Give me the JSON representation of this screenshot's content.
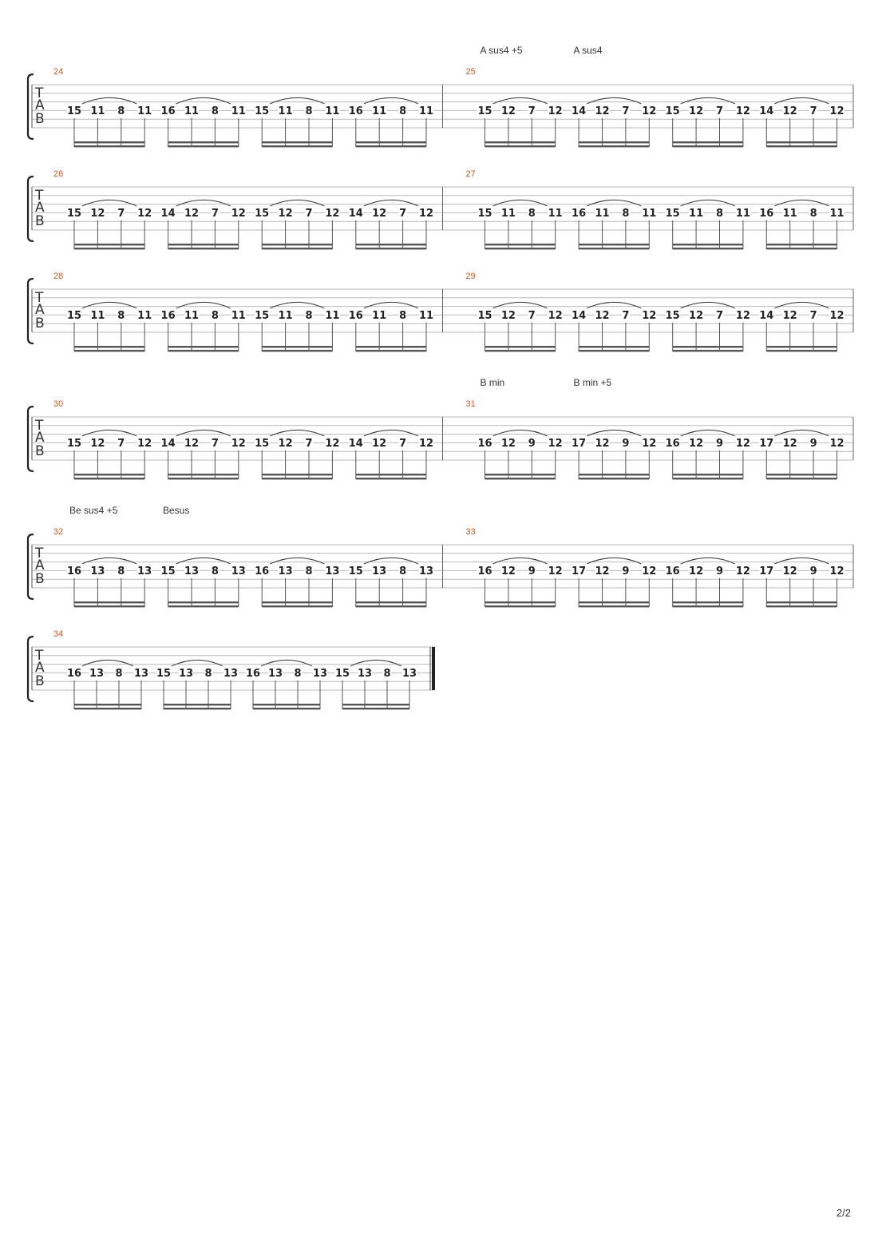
{
  "page_number": "2/2",
  "tab_clef": [
    "T",
    "A",
    "B"
  ],
  "systems": [
    {
      "measures": [
        {
          "number": "24",
          "notes": [
            "15",
            "11",
            "8",
            "11",
            "16",
            "11",
            "8",
            "11",
            "15",
            "11",
            "8",
            "11",
            "16",
            "11",
            "8",
            "11"
          ],
          "chords": []
        },
        {
          "number": "25",
          "notes": [
            "15",
            "12",
            "7",
            "12",
            "14",
            "12",
            "7",
            "12",
            "15",
            "12",
            "7",
            "12",
            "14",
            "12",
            "7",
            "12"
          ],
          "chords": [
            "A sus4 +5",
            "A sus4"
          ]
        }
      ],
      "final": false
    },
    {
      "measures": [
        {
          "number": "26",
          "notes": [
            "15",
            "12",
            "7",
            "12",
            "14",
            "12",
            "7",
            "12",
            "15",
            "12",
            "7",
            "12",
            "14",
            "12",
            "7",
            "12"
          ],
          "chords": []
        },
        {
          "number": "27",
          "notes": [
            "15",
            "11",
            "8",
            "11",
            "16",
            "11",
            "8",
            "11",
            "15",
            "11",
            "8",
            "11",
            "16",
            "11",
            "8",
            "11"
          ],
          "chords": []
        }
      ],
      "final": false
    },
    {
      "measures": [
        {
          "number": "28",
          "notes": [
            "15",
            "11",
            "8",
            "11",
            "16",
            "11",
            "8",
            "11",
            "15",
            "11",
            "8",
            "11",
            "16",
            "11",
            "8",
            "11"
          ],
          "chords": []
        },
        {
          "number": "29",
          "notes": [
            "15",
            "12",
            "7",
            "12",
            "14",
            "12",
            "7",
            "12",
            "15",
            "12",
            "7",
            "12",
            "14",
            "12",
            "7",
            "12"
          ],
          "chords": []
        }
      ],
      "final": false
    },
    {
      "measures": [
        {
          "number": "30",
          "notes": [
            "15",
            "12",
            "7",
            "12",
            "14",
            "12",
            "7",
            "12",
            "15",
            "12",
            "7",
            "12",
            "14",
            "12",
            "7",
            "12"
          ],
          "chords": []
        },
        {
          "number": "31",
          "notes": [
            "16",
            "12",
            "9",
            "12",
            "17",
            "12",
            "9",
            "12",
            "16",
            "12",
            "9",
            "12",
            "17",
            "12",
            "9",
            "12"
          ],
          "chords": [
            "B min",
            "B min +5"
          ]
        }
      ],
      "final": false
    },
    {
      "measures": [
        {
          "number": "32",
          "notes": [
            "16",
            "13",
            "8",
            "13",
            "15",
            "13",
            "8",
            "13",
            "16",
            "13",
            "8",
            "13",
            "15",
            "13",
            "8",
            "13"
          ],
          "chords": [
            "Be sus4 +5",
            "Besus"
          ]
        },
        {
          "number": "33",
          "notes": [
            "16",
            "12",
            "9",
            "12",
            "17",
            "12",
            "9",
            "12",
            "16",
            "12",
            "9",
            "12",
            "17",
            "12",
            "9",
            "12"
          ],
          "chords": []
        }
      ],
      "final": false
    },
    {
      "measures": [
        {
          "number": "34",
          "notes": [
            "16",
            "13",
            "8",
            "13",
            "15",
            "13",
            "8",
            "13",
            "16",
            "13",
            "8",
            "13",
            "15",
            "13",
            "8",
            "13"
          ],
          "chords": []
        }
      ],
      "final": true
    }
  ]
}
